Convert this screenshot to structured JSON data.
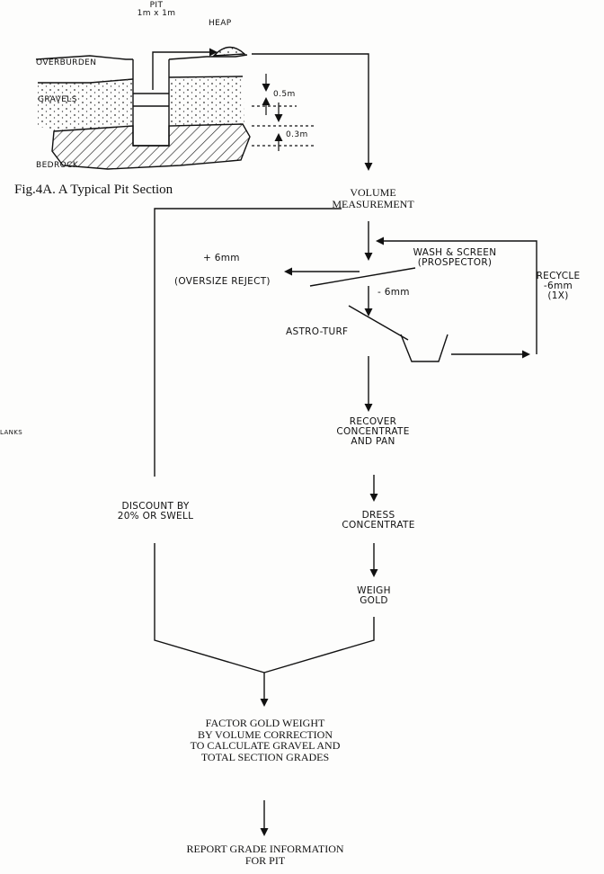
{
  "pit_section": {
    "pit_label": "PIT",
    "pit_size": "1m x 1m",
    "heap_label": "HEAP",
    "overburden_label": "OVERBURDEN",
    "gravels_label": "GRAVELS",
    "bedrock_label": "BEDROCK",
    "depth_upper": "0.5m",
    "depth_lower": "0.3m",
    "caption": "Fig.4A. A Typical Pit Section"
  },
  "flowchart": {
    "volume_measurement": [
      "VOLUME",
      "MEASUREMENT"
    ],
    "oversize_fraction": "+ 6mm",
    "oversize_reject": "(OVERSIZE REJECT)",
    "wash_screen": [
      "WASH & SCREEN",
      "(PROSPECTOR)"
    ],
    "undersize_fraction": "- 6mm",
    "recycle": [
      "RECYCLE",
      "-6mm",
      "(1X)"
    ],
    "astro_turf": "ASTRO-TURF",
    "recover_concentrate": [
      "RECOVER",
      "CONCENTRATE",
      "AND PAN"
    ],
    "dress_concentrate": [
      "DRESS",
      "CONCENTRATE"
    ],
    "weigh_gold": [
      "WEIGH",
      "GOLD"
    ],
    "discount": [
      "DISCOUNT BY",
      "20% OR SWELL"
    ],
    "factor_gold": [
      "FACTOR GOLD WEIGHT",
      "BY VOLUME CORRECTION",
      "TO CALCULATE GRAVEL AND",
      "TOTAL SECTION GRADES"
    ],
    "report_grade": [
      "REPORT GRADE INFORMATION",
      "FOR PIT"
    ]
  },
  "margin_fragment": "LANKS"
}
